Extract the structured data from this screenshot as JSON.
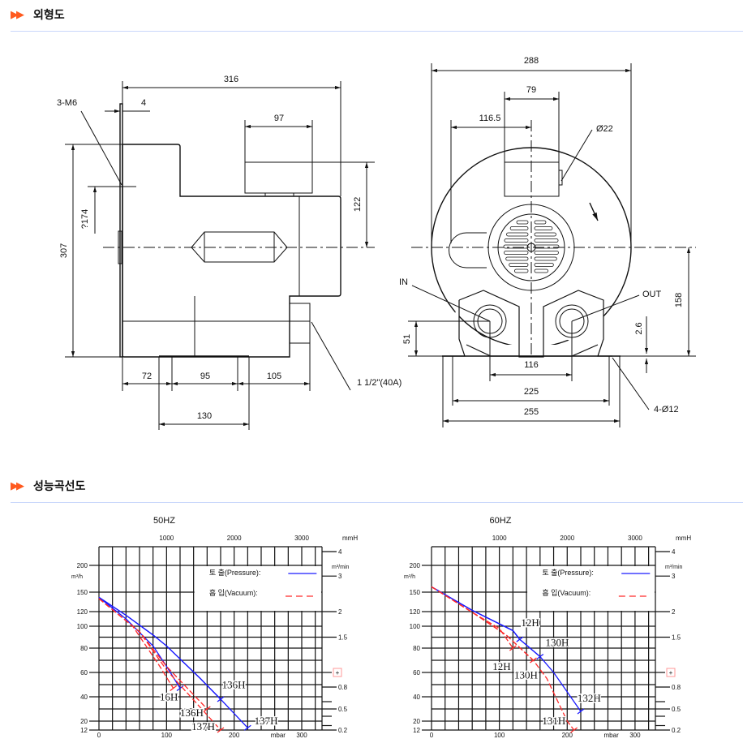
{
  "sections": {
    "outline": {
      "title": "외형도"
    },
    "performance": {
      "title": "성능곡선도"
    }
  },
  "side_view": {
    "dims": {
      "overall_length": "316",
      "flange": "4",
      "tap": "3-M6",
      "terminal_width": "97",
      "terminal_height": "122",
      "flange_height": "?174",
      "overall_height": "307",
      "d72": "72",
      "d95": "95",
      "d105": "105",
      "foot_spacing": "130",
      "port": "1 1/2\"(40A)"
    }
  },
  "front_view": {
    "dims": {
      "overall_width": "288",
      "terminal_width": "79",
      "terminal_offset": "116.5",
      "cable": "Ø22",
      "inlet": "IN",
      "outlet": "OUT",
      "center_height": "158",
      "port_height": "51",
      "foot_thickness": "2.6",
      "port_spacing": "116",
      "foot_inner": "225",
      "foot_outer": "255",
      "holes": "4-Ø12"
    }
  },
  "colors": {
    "pressure": "#1a1aff",
    "vacuum": "#ff2a2a",
    "accent": "#ff5a1f",
    "rule": "#c9d7fb"
  },
  "chart_data": [
    {
      "type": "line",
      "title": "50HZ",
      "xlabel": "mbar",
      "x2label": "mmH",
      "ylabel": "m³/h",
      "y2label": "m³/min",
      "xlim": [
        0,
        330
      ],
      "ylim": [
        12,
        250
      ],
      "x_ticks": [
        0,
        100,
        200,
        300
      ],
      "x2_ticks": [
        "1000",
        "2000",
        "3000"
      ],
      "y_ticks": [
        12,
        20,
        40,
        60,
        80,
        100,
        120,
        150,
        200
      ],
      "y2_ticks": [
        "4",
        "3",
        "2",
        "1.5",
        "0.8",
        "0.5",
        "0.2"
      ],
      "legend": {
        "pressure": "토 출(Pressure):",
        "vacuum": "흡 입(Vacuum):",
        "placement": "top-right"
      },
      "series": [
        {
          "name": "16H",
          "kind": "pressure",
          "points": [
            [
              0,
              142
            ],
            [
              40,
              110
            ],
            [
              80,
              82
            ],
            [
              100,
              65
            ],
            [
              120,
              47
            ]
          ]
        },
        {
          "name": "136H",
          "kind": "pressure",
          "points": [
            [
              0,
              142
            ],
            [
              40,
              115
            ],
            [
              80,
              92
            ],
            [
              100,
              82
            ],
            [
              150,
              55
            ],
            [
              180,
              38
            ]
          ]
        },
        {
          "name": "137H",
          "kind": "pressure",
          "points": [
            [
              0,
              142
            ],
            [
              40,
              115
            ],
            [
              80,
              92
            ],
            [
              100,
              82
            ],
            [
              150,
              55
            ],
            [
              180,
              38
            ],
            [
              220,
              14
            ]
          ]
        },
        {
          "name": "16H",
          "kind": "vacuum",
          "points": [
            [
              0,
              140
            ],
            [
              50,
              100
            ],
            [
              90,
              65
            ],
            [
              110,
              47
            ]
          ]
        },
        {
          "name": "136H",
          "kind": "vacuum",
          "points": [
            [
              0,
              140
            ],
            [
              60,
              95
            ],
            [
              100,
              65
            ],
            [
              160,
              30
            ]
          ]
        },
        {
          "name": "137H",
          "kind": "vacuum",
          "points": [
            [
              0,
              140
            ],
            [
              60,
              95
            ],
            [
              100,
              62
            ],
            [
              180,
              12
            ]
          ]
        }
      ],
      "labels": [
        {
          "text": "136H",
          "kind": "pressure",
          "at": [
            182,
            47
          ]
        },
        {
          "text": "137H",
          "kind": "pressure",
          "at": [
            230,
            17
          ]
        },
        {
          "text": "16H",
          "kind": "vacuum",
          "at": [
            90,
            37
          ]
        },
        {
          "text": "136H",
          "kind": "vacuum",
          "at": [
            120,
            24
          ]
        },
        {
          "text": "137H",
          "kind": "vacuum",
          "at": [
            137,
            8
          ]
        }
      ]
    },
    {
      "type": "line",
      "title": "60HZ",
      "xlabel": "mbar",
      "x2label": "mmH",
      "ylabel": "m³/h",
      "y2label": "m³/min",
      "xlim": [
        0,
        330
      ],
      "ylim": [
        12,
        250
      ],
      "x_ticks": [
        0,
        100,
        200,
        300
      ],
      "x2_ticks": [
        "1000",
        "2000",
        "3000"
      ],
      "y_ticks": [
        12,
        20,
        40,
        60,
        80,
        100,
        120,
        150,
        200
      ],
      "y2_ticks": [
        "4",
        "3",
        "2",
        "1.5",
        "0.8",
        "0.5",
        "0.2"
      ],
      "legend": {
        "pressure": "토 출(Pressure):",
        "vacuum": "흡 입(Vacuum):",
        "placement": "top-right"
      },
      "series": [
        {
          "name": "12H",
          "kind": "pressure",
          "points": [
            [
              0,
              160
            ],
            [
              60,
              122
            ],
            [
              120,
              96
            ],
            [
              130,
              88
            ]
          ]
        },
        {
          "name": "130H",
          "kind": "pressure",
          "points": [
            [
              0,
              160
            ],
            [
              60,
              122
            ],
            [
              120,
              96
            ],
            [
              130,
              88
            ],
            [
              160,
              73
            ]
          ]
        },
        {
          "name": "132H",
          "kind": "pressure",
          "points": [
            [
              0,
              160
            ],
            [
              60,
              122
            ],
            [
              120,
              96
            ],
            [
              130,
              88
            ],
            [
              160,
              73
            ],
            [
              180,
              60
            ],
            [
              220,
              28
            ]
          ]
        },
        {
          "name": "12H",
          "kind": "vacuum",
          "points": [
            [
              0,
              160
            ],
            [
              60,
              119
            ],
            [
              100,
              98
            ],
            [
              120,
              80
            ]
          ]
        },
        {
          "name": "130H",
          "kind": "vacuum",
          "points": [
            [
              0,
              160
            ],
            [
              60,
              119
            ],
            [
              110,
              92
            ],
            [
              150,
              70
            ]
          ]
        },
        {
          "name": "131H",
          "kind": "vacuum",
          "points": [
            [
              0,
              160
            ],
            [
              60,
              119
            ],
            [
              110,
              92
            ],
            [
              150,
              70
            ],
            [
              170,
              55
            ],
            [
              200,
              20
            ],
            [
              210,
              12
            ]
          ]
        }
      ],
      "labels": [
        {
          "text": "12H",
          "kind": "pressure",
          "at": [
            132,
            100
          ]
        },
        {
          "text": "130H",
          "kind": "pressure",
          "at": [
            168,
            82
          ]
        },
        {
          "text": "132H",
          "kind": "pressure",
          "at": [
            215,
            36
          ]
        },
        {
          "text": "12H",
          "kind": "vacuum",
          "at": [
            90,
            62
          ]
        },
        {
          "text": "130H",
          "kind": "vacuum",
          "at": [
            122,
            55
          ]
        },
        {
          "text": "131H",
          "kind": "vacuum",
          "at": [
            163,
            17
          ]
        }
      ]
    }
  ]
}
